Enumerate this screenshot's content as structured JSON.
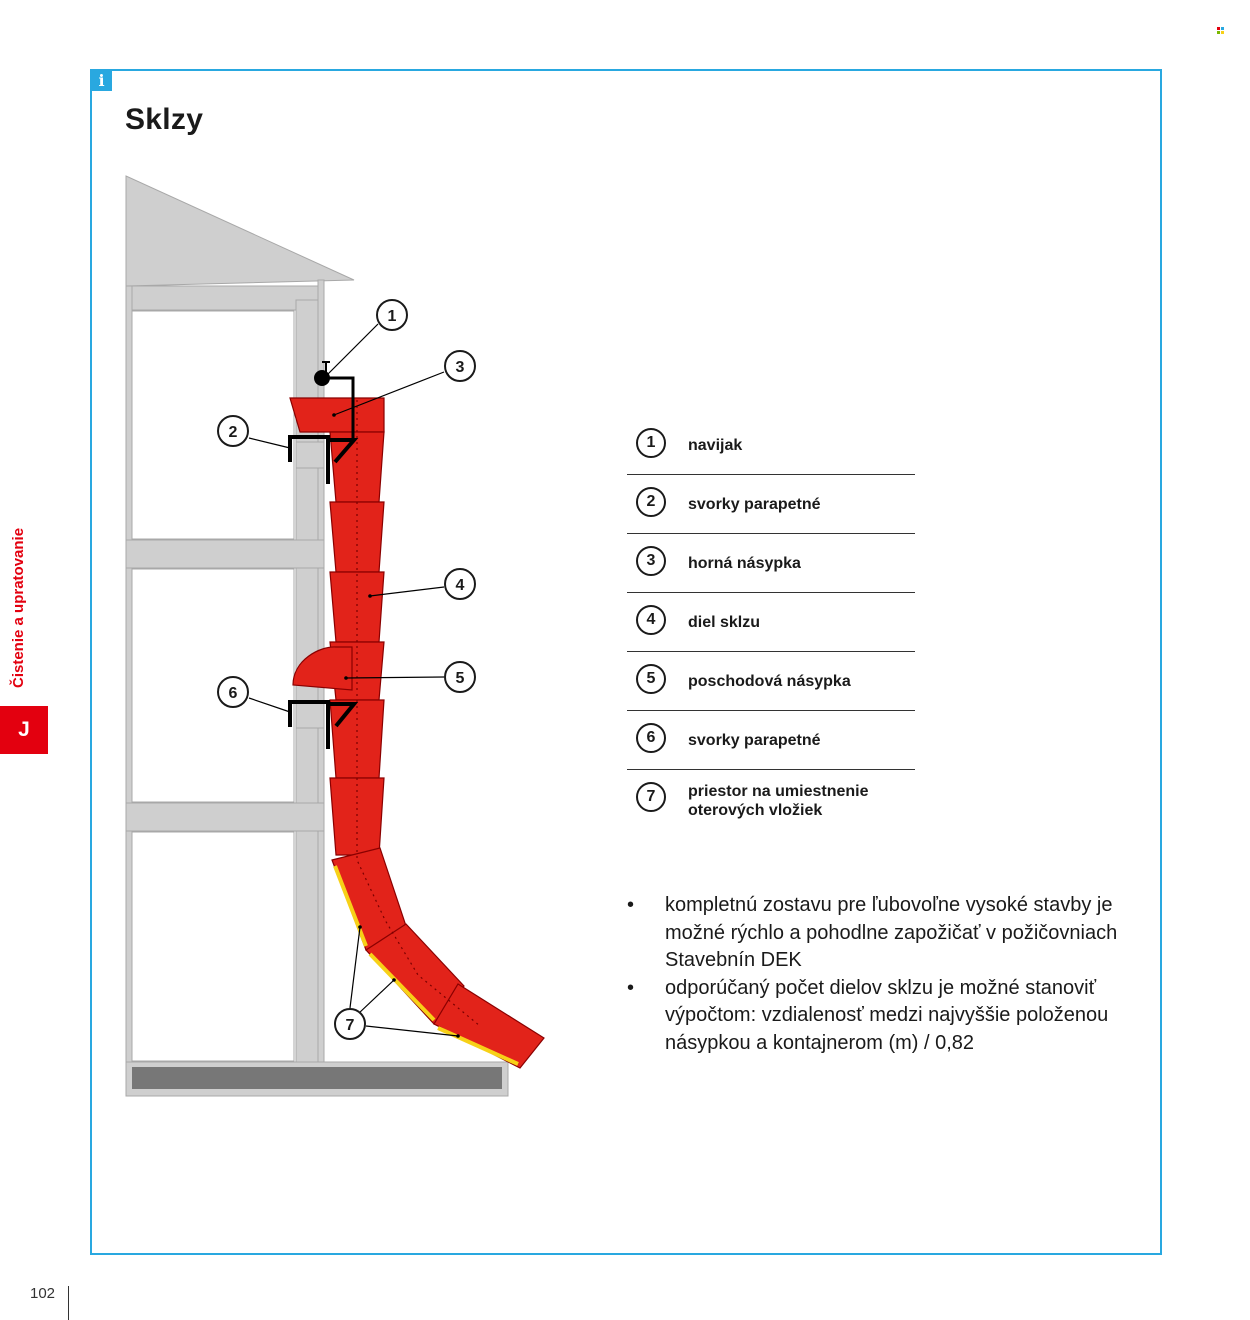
{
  "page": {
    "title": "Sklzy",
    "page_number": "102",
    "section_label": "Čistenie a upratovanie",
    "section_letter": "J",
    "info_icon": "i"
  },
  "colors": {
    "frame": "#29a8e0",
    "accent_red": "#e3000f",
    "chute_red": "#e2231a",
    "insert_yellow": "#f7d117",
    "building_gray": "#cfcfcf",
    "ground_dark": "#7a7a7a"
  },
  "diagram": {
    "callouts": [
      "1",
      "2",
      "3",
      "4",
      "5",
      "6",
      "7"
    ]
  },
  "legend": [
    {
      "num": "1",
      "label": "navijak"
    },
    {
      "num": "2",
      "label": "svorky parapetné"
    },
    {
      "num": "3",
      "label": "horná násypka"
    },
    {
      "num": "4",
      "label": "diel sklzu"
    },
    {
      "num": "5",
      "label": "poschodová násypka"
    },
    {
      "num": "6",
      "label": "svorky parapetné"
    },
    {
      "num": "7",
      "label": "priestor na umiestnenie oterových vložiek"
    }
  ],
  "bullets": [
    {
      "marker": "•",
      "text": "kompletnú zostavu pre ľubovoľne vysoké stavby je možné rýchlo a pohodlne zapožičať v požičovniach Stavebnín DEK"
    },
    {
      "marker": "•",
      "text": "odporúčaný počet dielov sklzu je možné stanoviť výpočtom: vzdialenosť medzi najvyššie položenou násypkou a kontajnerom (m) / 0,82"
    }
  ]
}
